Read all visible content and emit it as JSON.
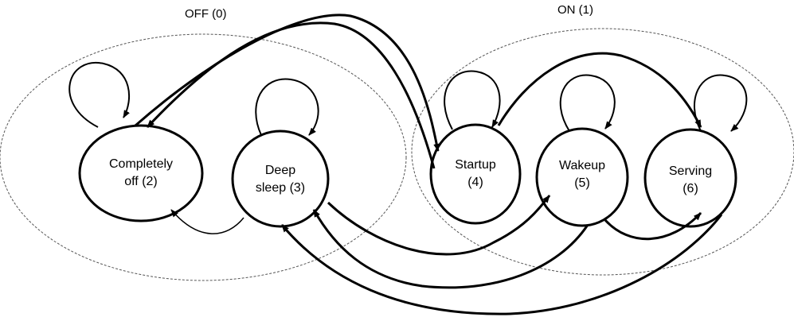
{
  "groups": {
    "off": {
      "label": "OFF (0)"
    },
    "on": {
      "label": "ON  (1)"
    }
  },
  "states": {
    "s2": {
      "line1": "Completely",
      "line2": "off (2)"
    },
    "s3": {
      "line1": "Deep",
      "line2": "sleep (3)"
    },
    "s4": {
      "line1": "Startup",
      "line2": "(4)"
    },
    "s5": {
      "line1": "Wakeup",
      "line2": "(5)"
    },
    "s6": {
      "line1": "Serving",
      "line2": "(6)"
    }
  },
  "transitions": [
    [
      "2",
      "2"
    ],
    [
      "3",
      "3"
    ],
    [
      "4",
      "4"
    ],
    [
      "5",
      "5"
    ],
    [
      "6",
      "6"
    ],
    [
      "3",
      "2"
    ],
    [
      "2",
      "4"
    ],
    [
      "4",
      "2"
    ],
    [
      "4",
      "6"
    ],
    [
      "3",
      "5"
    ],
    [
      "5",
      "3"
    ],
    [
      "5",
      "6"
    ],
    [
      "6",
      "3"
    ]
  ],
  "colors": {
    "stroke": "#000000",
    "group_border": "#555555",
    "background": "#ffffff"
  }
}
